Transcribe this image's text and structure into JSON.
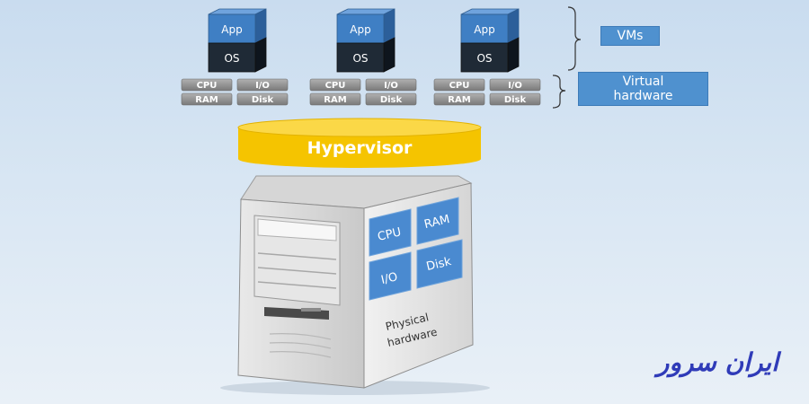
{
  "vm_columns": [
    {
      "app": "App",
      "os": "OS",
      "chips": [
        "CPU",
        "I/O",
        "RAM",
        "Disk"
      ]
    },
    {
      "app": "App",
      "os": "OS",
      "chips": [
        "CPU",
        "I/O",
        "RAM",
        "Disk"
      ]
    },
    {
      "app": "App",
      "os": "OS",
      "chips": [
        "CPU",
        "I/O",
        "RAM",
        "Disk"
      ]
    }
  ],
  "labels": {
    "vms": "VMs",
    "virtual_line1": "Virtual",
    "virtual_line2": "hardware"
  },
  "hypervisor": "Hypervisor",
  "physical": {
    "squares": [
      "CPU",
      "RAM",
      "I/O",
      "Disk"
    ],
    "label_line1": "Physical",
    "label_line2": "hardware"
  },
  "logo": "ایران سرور",
  "colors": {
    "cube_front": "#3f7fc4",
    "os_front": "#1f2a36",
    "hypervisor": "#f5c400",
    "chip": "#8e8e8e",
    "label_box": "#4f91cf"
  }
}
